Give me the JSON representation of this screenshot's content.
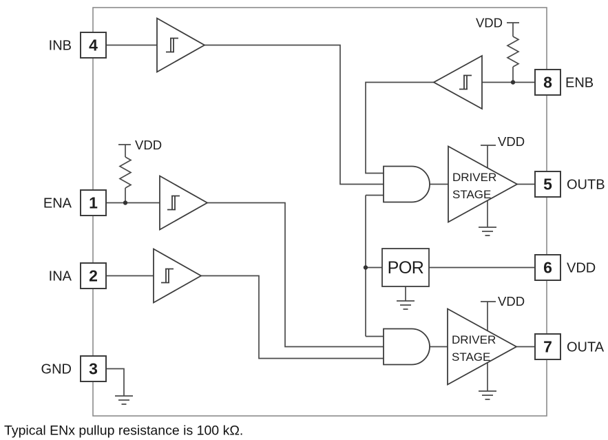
{
  "pins": {
    "inb": {
      "number": "4",
      "name": "INB"
    },
    "ena": {
      "number": "1",
      "name": "ENA"
    },
    "ina": {
      "number": "2",
      "name": "INA"
    },
    "gnd": {
      "number": "3",
      "name": "GND"
    },
    "enb": {
      "number": "8",
      "name": "ENB"
    },
    "outb": {
      "number": "5",
      "name": "OUTB"
    },
    "vdd": {
      "number": "6",
      "name": "VDD"
    },
    "outa": {
      "number": "7",
      "name": "OUTA"
    }
  },
  "blocks": {
    "por": {
      "label": "POR"
    },
    "driver_b": {
      "line1": "DRIVER",
      "line2": "STAGE"
    },
    "driver_a": {
      "line1": "DRIVER",
      "line2": "STAGE"
    }
  },
  "supplies": {
    "ena_pullup": "VDD",
    "enb_pullup": "VDD",
    "driver_b": "VDD",
    "driver_a": "VDD"
  },
  "footer": {
    "note": "Typical ENx pullup resistance is 100 kΩ."
  },
  "colors": {
    "wire": "#4a4a4a",
    "component_outline": "#3c3c3c",
    "ic_border": "#8a8a8a",
    "text": "#1d1d1d"
  }
}
